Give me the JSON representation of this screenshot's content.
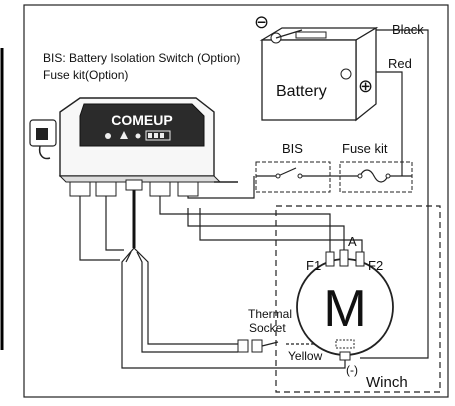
{
  "legend": {
    "bis_line": "BIS: Battery Isolation Switch (Option)",
    "fuse_line": "Fuse kit(Option)"
  },
  "controller": {
    "brand": "COMEUP"
  },
  "battery": {
    "label": "Battery",
    "negative_symbol": "⊖",
    "positive_symbol": "⊕"
  },
  "wire_labels": {
    "black": "Black",
    "red": "Red",
    "yellow": "Yellow"
  },
  "components": {
    "bis": "BIS",
    "fuse_kit": "Fuse kit"
  },
  "motor": {
    "letter": "M",
    "terminal_a": "A",
    "terminal_f1": "F1",
    "terminal_f2": "F2",
    "thermal_socket": [
      "Thermal",
      "Socket"
    ],
    "ground": "(-)",
    "winch_label": "Winch"
  }
}
